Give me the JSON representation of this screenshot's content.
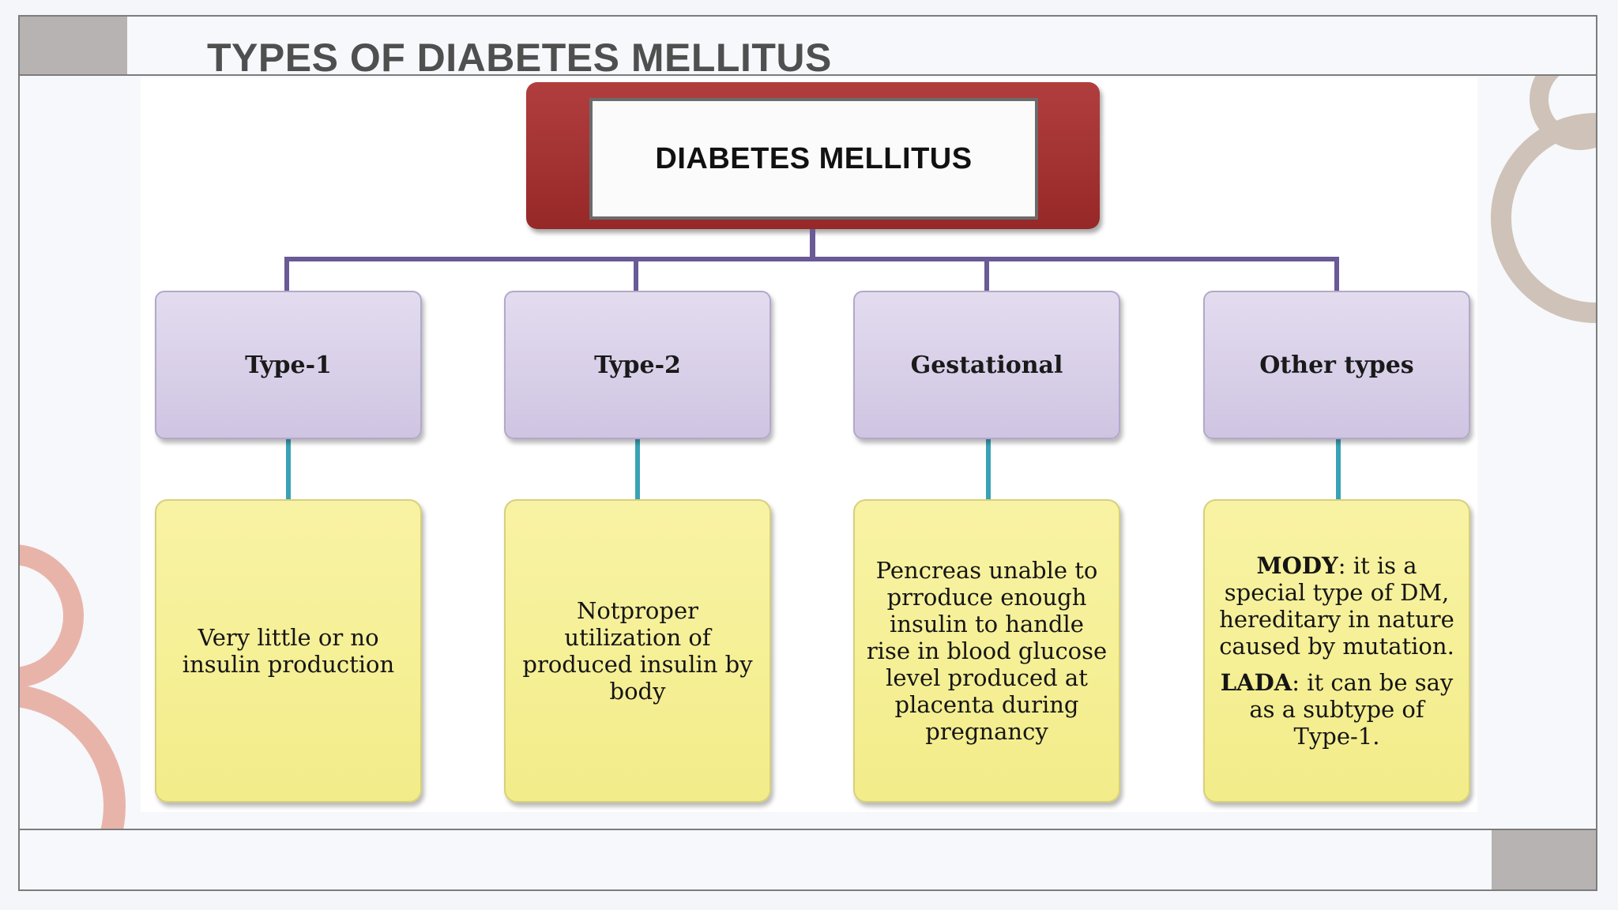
{
  "slide": {
    "title": "TYPES OF DIABETES MELLITUS"
  },
  "diagram": {
    "root": "DIABETES MELLITUS",
    "types": [
      {
        "label": "Type-1",
        "description": "Very little  or no insulin production"
      },
      {
        "label": "Type-2",
        "description": "Notproper utilization of produced insulin by body"
      },
      {
        "label": "Gestational",
        "description": "Pencreas unable to prroduce enough insulin to handle rise in blood glucose level produced at placenta during pregnancy"
      },
      {
        "label": "Other types",
        "mody_term": "MODY",
        "mody_text": ": it is a special type of DM, hereditary in nature caused by mutation.",
        "lada_term": "LADA",
        "lada_text": ": it can be say as a subtype of Type-1."
      }
    ]
  },
  "colors": {
    "root_frame": "#a93535",
    "type_box": "#d9d1ea",
    "description_box": "#f6f09a",
    "connector_top": "#6a5a96",
    "connector_bottom": "#3aa2b6",
    "decoration_tan": "#cfc2b8",
    "decoration_pink": "#e8b4aa"
  }
}
